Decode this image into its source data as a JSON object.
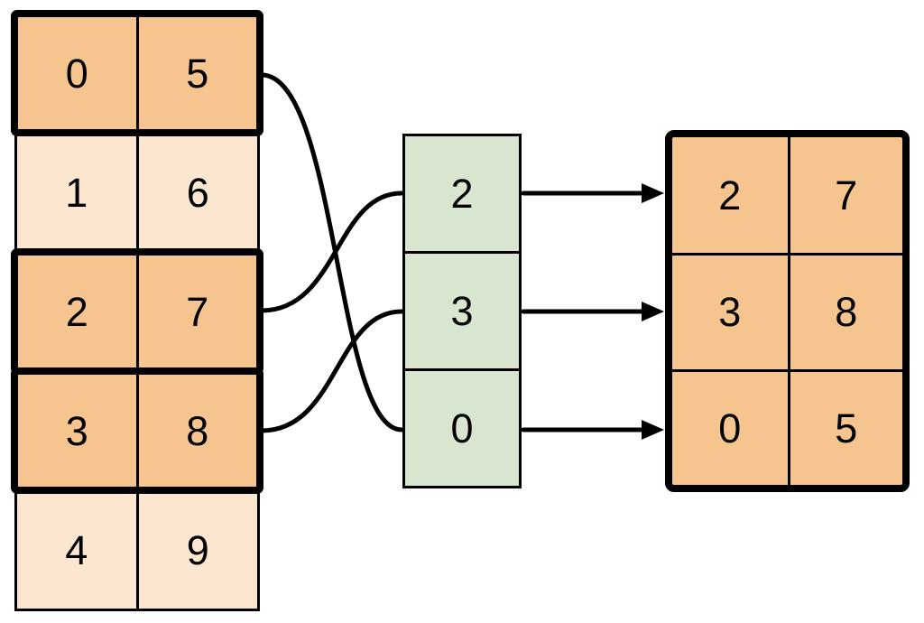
{
  "diagram": {
    "source_table": {
      "rows": [
        {
          "col0": "0",
          "col1": "5",
          "highlighted": true
        },
        {
          "col0": "1",
          "col1": "6",
          "highlighted": false
        },
        {
          "col0": "2",
          "col1": "7",
          "highlighted": true
        },
        {
          "col0": "3",
          "col1": "8",
          "highlighted": true
        },
        {
          "col0": "4",
          "col1": "9",
          "highlighted": false
        }
      ]
    },
    "index_column": {
      "values": [
        "2",
        "3",
        "0"
      ]
    },
    "result_table": {
      "rows": [
        {
          "col0": "2",
          "col1": "7"
        },
        {
          "col0": "3",
          "col1": "8"
        },
        {
          "col0": "0",
          "col1": "5"
        }
      ]
    },
    "colors": {
      "highlight_fill": "#F6C48F",
      "muted_fill": "#FBE6CF",
      "index_fill": "#D8E6CF",
      "line": "#000000",
      "canvas_bg": "#FFFFFF"
    }
  }
}
